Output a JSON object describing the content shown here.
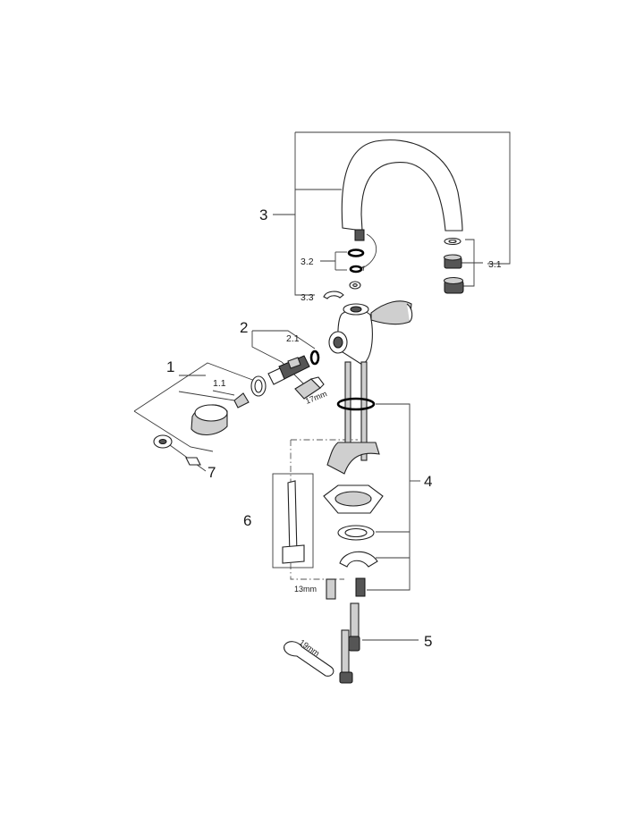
{
  "labels": {
    "part_1": "1",
    "part_1_1": "1.1",
    "part_2": "2",
    "part_2_1": "2.1",
    "part_3": "3",
    "part_3_1": "3.1",
    "part_3_2": "3.2",
    "part_3_3": "3.3",
    "part_4": "4",
    "part_5": "5",
    "part_6": "6",
    "part_7": "7"
  },
  "tool_sizes": {
    "wrench_17": "17mm",
    "wrench_13": "13mm",
    "wrench_19": "19mm"
  }
}
